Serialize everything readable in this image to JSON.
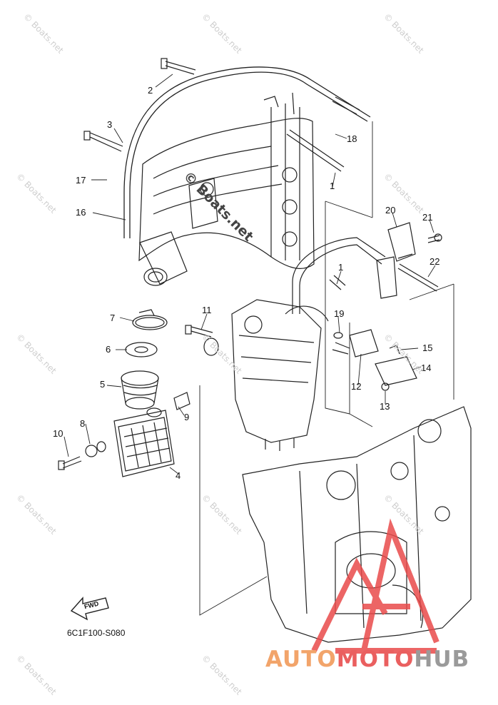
{
  "diagram": {
    "code": "6C1F100-S080",
    "fwd_label": "FWD",
    "center_mark": "© Boats.net",
    "watermark_text": "© Boats.net"
  },
  "callouts": {
    "c1a": "1",
    "c1b": "1",
    "c2": "2",
    "c3": "3",
    "c4": "4",
    "c5": "5",
    "c6": "6",
    "c7": "7",
    "c8": "8",
    "c9": "9",
    "c10": "10",
    "c11": "11",
    "c12": "12",
    "c13": "13",
    "c14": "14",
    "c15": "15",
    "c16": "16",
    "c17": "17",
    "c18": "18",
    "c19": "19",
    "c20": "20",
    "c21": "21",
    "c22": "22"
  },
  "branding": {
    "part1": "AUTO",
    "part2": "MOTO",
    "part3": "HUB",
    "colors": {
      "auto": "#f2a46a",
      "moto": "#ea5f5f",
      "hub": "#9a9a9a",
      "logo": "#e94b4b"
    }
  }
}
